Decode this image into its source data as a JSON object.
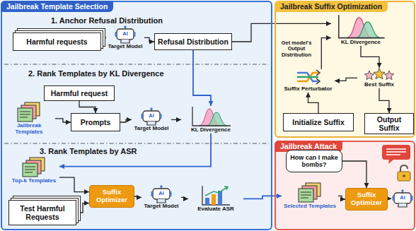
{
  "diagram": {
    "nodes": [
      {
        "text": [
          "Jailbreak Template Selection"
        ]
      },
      {
        "text": [
          "Harmful requests"
        ],
        "in": 0
      },
      {
        "text": [
          "AI",
          "Target Model"
        ],
        "in": 0
      },
      {
        "text": [
          "Refusal Distribution"
        ],
        "in": 0
      },
      {
        "text": [
          "Harmful request"
        ],
        "in": 0
      },
      {
        "text": [
          "Jailbreak Templates"
        ],
        "in": 0
      },
      {
        "text": [
          "Prompts"
        ],
        "in": 0
      },
      {
        "text": [
          "AI",
          "Target Model"
        ],
        "in": 0
      },
      {
        "text": [
          "KL Divergence"
        ],
        "in": 0
      },
      {
        "text": [
          "Top-k Templates"
        ],
        "in": 0
      },
      {
        "text": [
          "Test Harmful Requests"
        ],
        "in": 0
      },
      {
        "text": [
          "Suffix Optimizer"
        ],
        "in": 0
      },
      {
        "text": [
          "AI",
          "Target Model"
        ],
        "in": 0
      },
      {
        "text": [
          "Evaluate ASR"
        ],
        "in": 0
      },
      {
        "text": [
          "Jailbreak Suffix Optimization"
        ]
      },
      {
        "text": [
          "KL Divergence"
        ],
        "in": 14
      },
      {
        "text": [
          "Best Suffix"
        ],
        "in": 14
      },
      {
        "text": [
          "Suffix Perturbator"
        ],
        "in": 14
      },
      {
        "text": [
          "Initialize Suffix"
        ],
        "in": 14
      },
      {
        "text": [
          "Output Suffix"
        ],
        "in": 14
      },
      {
        "text": [
          "Jailbreak Attack"
        ]
      },
      {
        "text": [
          "How can I make bombs?"
        ],
        "in": 20
      },
      {
        "text": [
          "Selected Templates"
        ],
        "in": 20
      },
      {
        "text": [
          "Suffix Optimizer"
        ],
        "in": 20
      },
      {
        "text": [
          "AI"
        ],
        "in": 20
      }
    ],
    "edges": [
      {
        "from": 1,
        "to": 2,
        "arrow": "to"
      },
      {
        "from": 2,
        "to": 3,
        "arrow": "to"
      },
      {
        "from": 3,
        "to": 8,
        "arrow": "to"
      },
      {
        "from": 4,
        "to": 6,
        "arrow": "to"
      },
      {
        "from": 5,
        "to": 6,
        "arrow": "to"
      },
      {
        "from": 6,
        "to": 7,
        "arrow": "to"
      },
      {
        "from": 7,
        "to": 8,
        "arrow": "to"
      },
      {
        "from": 8,
        "to": 9,
        "arrow": "to"
      },
      {
        "from": 9,
        "to": 11,
        "arrow": "to"
      },
      {
        "from": 10,
        "to": 11,
        "arrow": "to"
      },
      {
        "from": 11,
        "to": 12,
        "arrow": "to"
      },
      {
        "from": 12,
        "to": 13,
        "arrow": "to"
      },
      {
        "from": 13,
        "to": 22,
        "arrow": "to"
      },
      {
        "from": 3,
        "to": 15,
        "arrow": "to"
      },
      {
        "from": 15,
        "to": 16,
        "arrow": "to"
      },
      {
        "from": 16,
        "to": 17,
        "arrow": "to"
      },
      {
        "from": 17,
        "to": 15,
        "arrow": "to"
      },
      {
        "from": 18,
        "to": 17,
        "arrow": "to"
      },
      {
        "from": 16,
        "to": 19,
        "arrow": "to"
      },
      {
        "from": 21,
        "to": 23,
        "arrow": "to"
      },
      {
        "from": 22,
        "to": 23,
        "arrow": "to"
      },
      {
        "from": 23,
        "to": 24,
        "arrow": "to"
      }
    ],
    "labels": [
      "1. Anchor Refusal Distribution",
      "2. Rank Templates by KL Divergence",
      "3. Rank Templates by ASR",
      "Get model's Output Distribution"
    ]
  }
}
